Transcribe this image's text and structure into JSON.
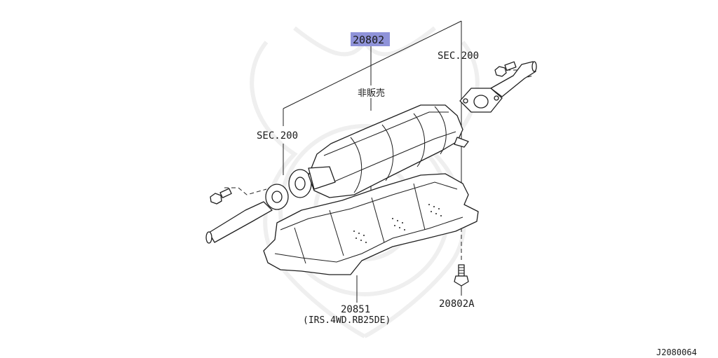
{
  "diagram": {
    "highlight_color": "#8f93d9",
    "watermark_color": "#efefef",
    "labels": {
      "part_main": "20802",
      "not_for_sale": "非販売",
      "sec_top": "SEC.200",
      "sec_left": "SEC.200",
      "part_cover": "20851",
      "cover_note": "(IRS.4WD.RB25DE)",
      "part_bolt": "20802A",
      "figure_id": "J2080064"
    }
  }
}
